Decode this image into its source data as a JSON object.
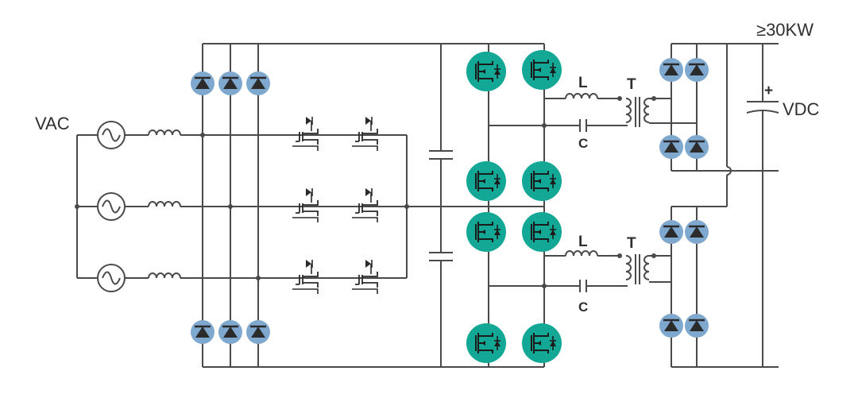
{
  "labels": {
    "vac": "VAC",
    "vdc": "VDC",
    "power": "≥30KW",
    "plus": "+",
    "l_top": "L",
    "t_top": "T",
    "c_top": "C",
    "l_bot": "L",
    "t_bot": "T",
    "c_bot": "C"
  },
  "colors": {
    "wire": "#4a4a4a",
    "diode_fill": "#7fa8cf",
    "mosfet_fill": "#13a896",
    "text": "#2f2f2f"
  },
  "icons": {
    "ac_source": "ac-sine-source-icon",
    "diode": "diode-icon",
    "mosfet": "mosfet-switch-icon",
    "inductor": "inductor-icon",
    "capacitor": "capacitor-icon",
    "transformer": "transformer-icon"
  }
}
